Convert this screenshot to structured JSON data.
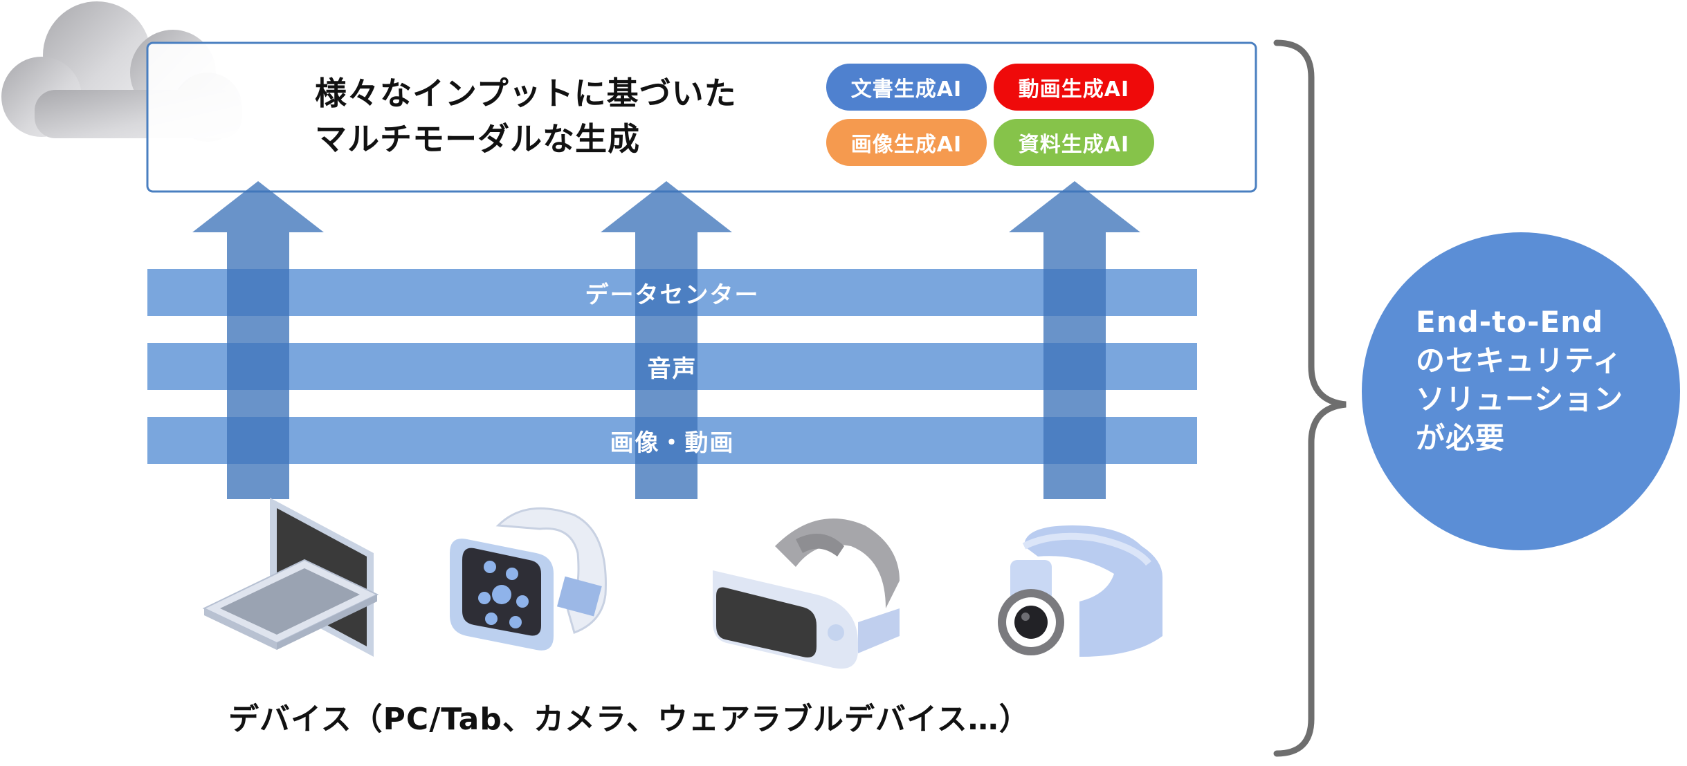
{
  "generation": {
    "title_line1": "様々なインプットに基づいた",
    "title_line2": "マルチモーダルな生成",
    "tags": [
      {
        "label": "文書生成AI",
        "color": "#4f81cf"
      },
      {
        "label": "動画生成AI",
        "color": "#ef0a0a"
      },
      {
        "label": "画像生成AI",
        "color": "#f59a4f"
      },
      {
        "label": "資料生成AI",
        "color": "#86c34a"
      }
    ]
  },
  "inputs": {
    "bands": [
      {
        "label": "データセンター"
      },
      {
        "label": "音声"
      },
      {
        "label": "画像・動画"
      }
    ]
  },
  "devices": {
    "icons": [
      "laptop-icon",
      "smartwatch-icon",
      "vr-headset-icon",
      "wearable-camera-icon"
    ],
    "caption": "デバイス（PC/Tab、カメラ、ウェアラブルデバイス…）"
  },
  "callout": {
    "line1": "End-to-End",
    "line2": "のセキュリティ",
    "line3": "ソリューション",
    "line4": "が必要"
  },
  "colors": {
    "band": "#7aa6dd",
    "arrow": "#4a7fc0",
    "box_border": "#4a7fc0",
    "circle": "#5b8ed6",
    "bracket": "#6e6e6e",
    "cloud": "#c9c9cc"
  }
}
